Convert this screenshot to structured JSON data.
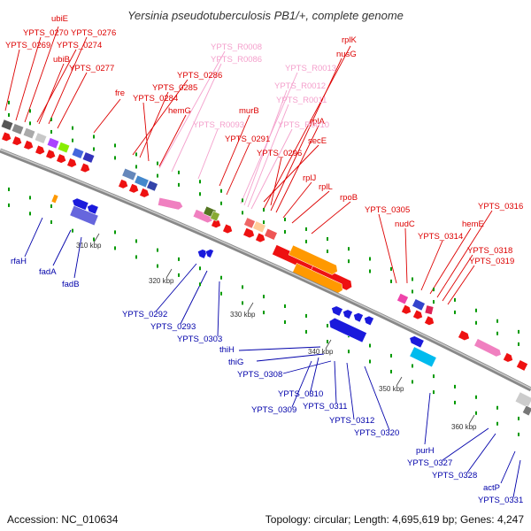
{
  "title": "Yersinia pseudotuberculosis PB1/+, complete genome",
  "footer": {
    "accession": "Accession: NC_010634",
    "topology": "Topology: circular; Length: 4,695,619 bp; Genes: 4,247"
  },
  "colors": {
    "forward_cds": "#ee1111",
    "reverse_cds": "#1a1adc",
    "rna": "#f080c0",
    "rna_label": "#f4a0cc",
    "forward_label": "#dd0000",
    "reverse_label": "#0000aa",
    "tick": "#009900",
    "backbone": "#888888"
  },
  "ticks": [
    {
      "label": "310 kbp"
    },
    {
      "label": "320 kbp"
    },
    {
      "label": "330 kbp"
    },
    {
      "label": "340 kbp"
    },
    {
      "label": "350 kbp"
    },
    {
      "label": "360 kbp"
    }
  ],
  "labels": {
    "forward": [
      "ubiE",
      "YPTS_0270",
      "YPTS_0276",
      "YPTS_0269",
      "YPTS_0274",
      "ubiB",
      "YPTS_0277",
      "fre",
      "YPTS_0286",
      "YPTS_0285",
      "YPTS_0284",
      "hemG",
      "murB",
      "YPTS_0291",
      "secE",
      "YPTS_0296",
      "rplK",
      "nusG",
      "rplA",
      "rplJ",
      "rplL",
      "rpoB",
      "YPTS_0305",
      "nudC",
      "YPTS_0314",
      "hemE",
      "YPTS_0316",
      "YPTS_0318",
      "YPTS_0319"
    ],
    "rna": [
      "YPTS_R0008",
      "YPTS_R0086",
      "YPTS_R0093",
      "YPTS_R0013",
      "YPTS_R0012",
      "YPTS_R0011",
      "YPTS_R0010"
    ],
    "reverse": [
      "rfaH",
      "fadA",
      "fadB",
      "YPTS_0292",
      "YPTS_0293",
      "YPTS_0303",
      "thiH",
      "thiG",
      "YPTS_0308",
      "YPTS_0310",
      "YPTS_0309",
      "YPTS_0311",
      "YPTS_0312",
      "YPTS_0320",
      "purH",
      "YPTS_0327",
      "YPTS_0328",
      "actP",
      "YPTS_0331"
    ]
  }
}
